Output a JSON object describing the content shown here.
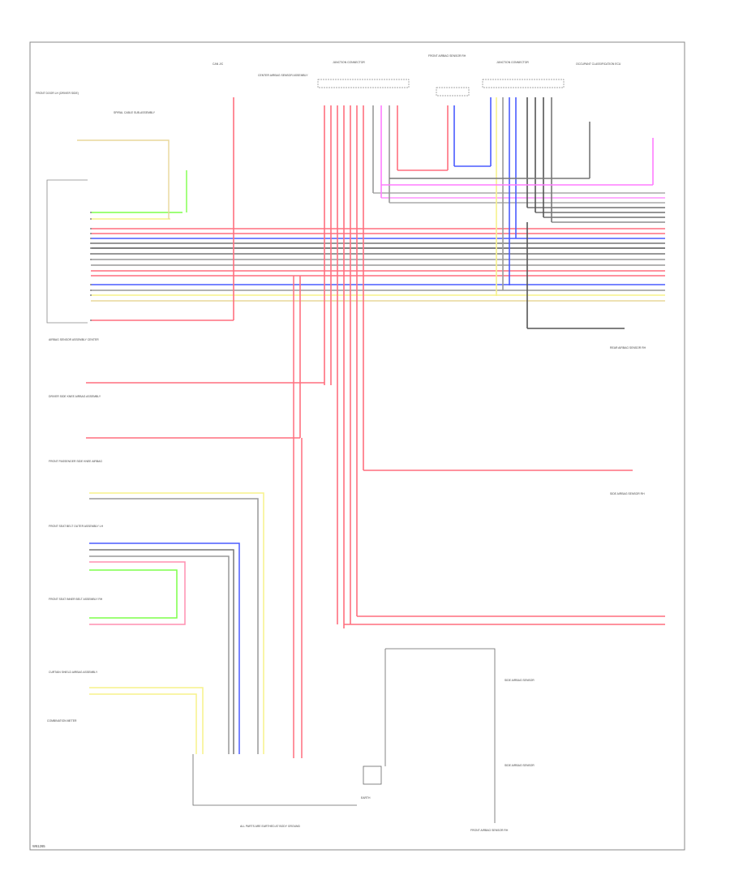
{
  "diagram": {
    "footer_code": "W61265",
    "wire_colors": {
      "red": "#ff6f7f",
      "blue": "#4a5cff",
      "gray": "#777777",
      "pink": "#ff7cff",
      "green": "#7dff4a",
      "yellow": "#f7f28a",
      "tan": "#e8d79a",
      "black": "#555555"
    },
    "labels": {
      "top_left_connector": "FRONT DOOR LH (DRIVER SIDE)",
      "steering_module": "SPIRAL CABLE SUB-ASSEMBLY",
      "top_fuse": "CAN J/C",
      "center_module": "CENTER AIRBAG SENSOR ASSEMBLY",
      "junction_block_1": "JUNCTION CONNECTOR",
      "junction_block_2": "JUNCTION CONNECTOR",
      "curtain_sensor": "FRONT AIRBAG SENSOR RH",
      "right_module": "OCCUPANT CLASSIFICATION ECU",
      "left_ecu": "AIRBAG SENSOR ASSEMBLY CENTER",
      "driver_knee": "DRIVER SIDE KNEE AIRBAG ASSEMBLY",
      "front_passenger": "FRONT PASSENGER SIDE KNEE AIRBAG",
      "seat_belt_1": "FRONT SEAT BELT OUTER ASSEMBLY LH",
      "seat_belt_2": "FRONT SEAT INNER BELT ASSEMBLY RH",
      "curtain_shield": "CURTAIN SHIELD AIRBAG ASSEMBLY",
      "side_sensor_rh": "SIDE AIRBAG SENSOR RH",
      "rear_sensor": "REAR AIRBAG SENSOR RH",
      "bottom_ground": "ALL PARTS ARE EARTHED AT BODY GROUND",
      "bottom_cluster": "COMBINATION METER",
      "ground_label": "EARTH",
      "side_1": "SIDE AIRBAG SENSOR",
      "side_2": "SIDE AIRBAG SENSOR",
      "bottom_right": "FRONT AIRBAG SENSOR RH"
    }
  }
}
